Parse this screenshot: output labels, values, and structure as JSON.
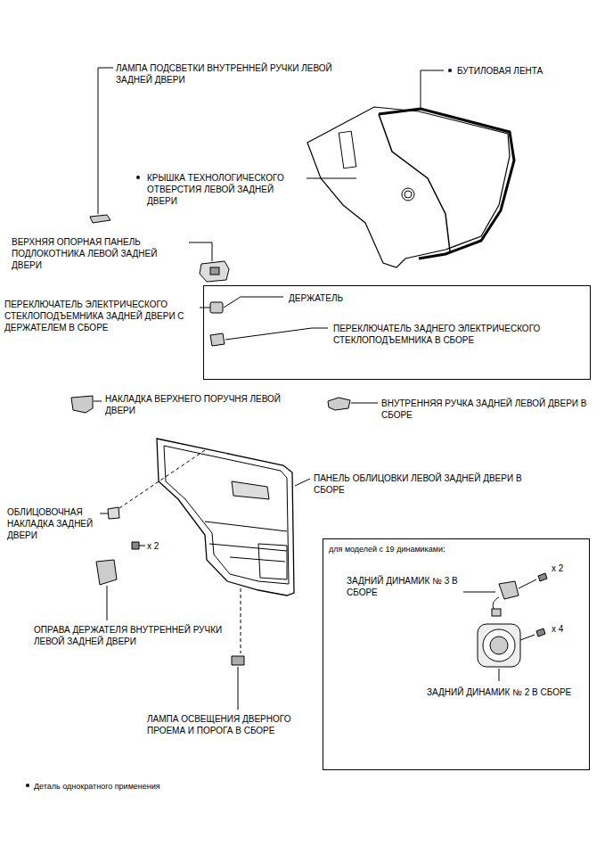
{
  "diagram": {
    "nodes": [
      {
        "text": [
          "ДЕРЖАТЕЛЬ",
          "ПЕРЕКЛЮЧАТЕЛЬ ЗАДНЕГО ЭЛЕКТРИЧЕСКОГО СТЕКЛОПОДЪЕМНИКА В СБОРЕ"
        ]
      },
      {
        "text": [
          "для моделей с 19 динамиками:",
          "ЗАДНИЙ ДИНАМИК № 3 В СБОРЕ",
          "x 2",
          "x 4",
          "ЗАДНИЙ ДИНАМИК № 2 В СБОРЕ"
        ]
      }
    ],
    "labels": [
      "ЛАМПА ПОДСВЕТКИ ВНУТРЕННЕЙ РУЧКИ ЛЕВОЙ ЗАДНЕЙ ДВЕРИ",
      "БУТИЛОВАЯ ЛЕНТА",
      "КРЫШКА ТЕХНОЛОГИЧЕСКОГО ОТВЕРСТИЯ ЛЕВОЙ ЗАДНЕЙ ДВЕРИ",
      "ВЕРХНЯЯ ОПОРНАЯ ПАНЕЛЬ ПОДЛОКОТНИКА ЛЕВОЙ ЗАДНЕЙ ДВЕРИ",
      "ПЕРЕКЛЮЧАТЕЛЬ ЭЛЕКТРИЧЕСКОГО СТЕКЛОПОДЪЕМНИКА ЗАДНЕЙ ДВЕРИ С ДЕРЖАТЕЛЕМ В СБОРЕ",
      "НАКЛАДКА ВЕРХНЕГО ПОРУЧНЯ ЛЕВОЙ ДВЕРИ",
      "ВНУТРЕННЯЯ РУЧКА ЗАДНЕЙ ЛЕВОЙ ДВЕРИ В СБОРЕ",
      "ПАНЕЛЬ ОБЛИЦОВКИ ЛЕВОЙ ЗАДНЕЙ ДВЕРИ В СБОРЕ",
      "ОБЛИЦОВОЧНАЯ НАКЛАДКА ЗАДНЕЙ ДВЕРИ",
      "x 2",
      "ОПРАВА ДЕРЖАТЕЛЯ ВНУТРЕННЕЙ РУЧКИ ЛЕВОЙ ЗАДНЕЙ ДВЕРИ",
      "ЛАМПА ОСВЕЩЕНИЯ ДВЕРНОГО ПРОЕМА И ПОРОГА В СБОРЕ",
      "Деталь однократного применения"
    ]
  }
}
